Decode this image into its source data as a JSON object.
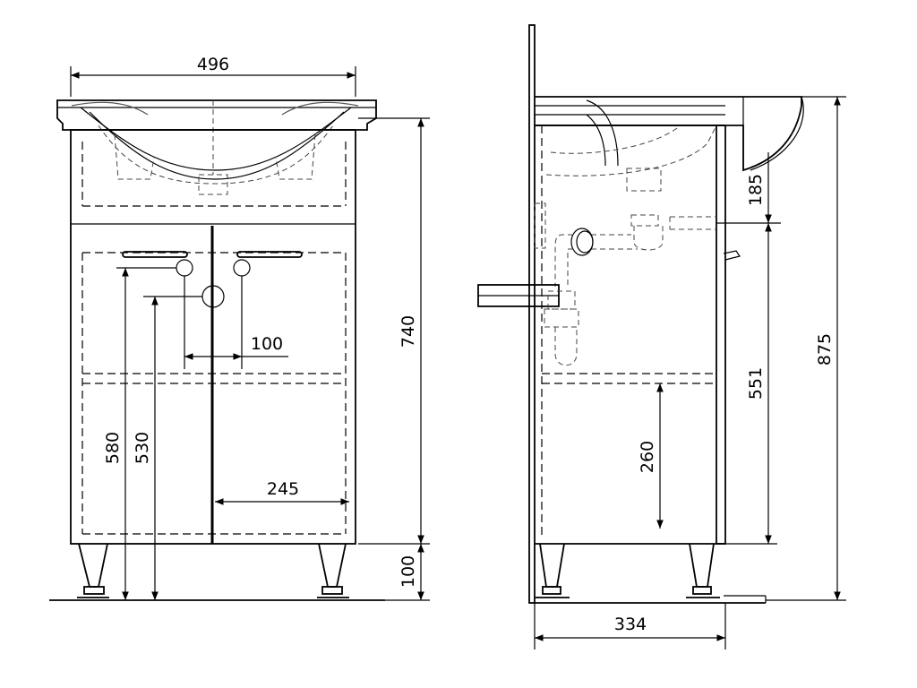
{
  "front_view": {
    "overall_width": "496",
    "cabinet_height": "740",
    "leg_height": "100",
    "handle_spacing": "100",
    "door_width": "245",
    "outlet_height_1": "580",
    "outlet_height_2": "530"
  },
  "side_view": {
    "depth": "334",
    "basin_top_height": "875",
    "siphon_offset": "185",
    "siphon_height": "551",
    "shelf_height": "260"
  },
  "colors": {
    "line": "#000000",
    "background": "#ffffff"
  }
}
